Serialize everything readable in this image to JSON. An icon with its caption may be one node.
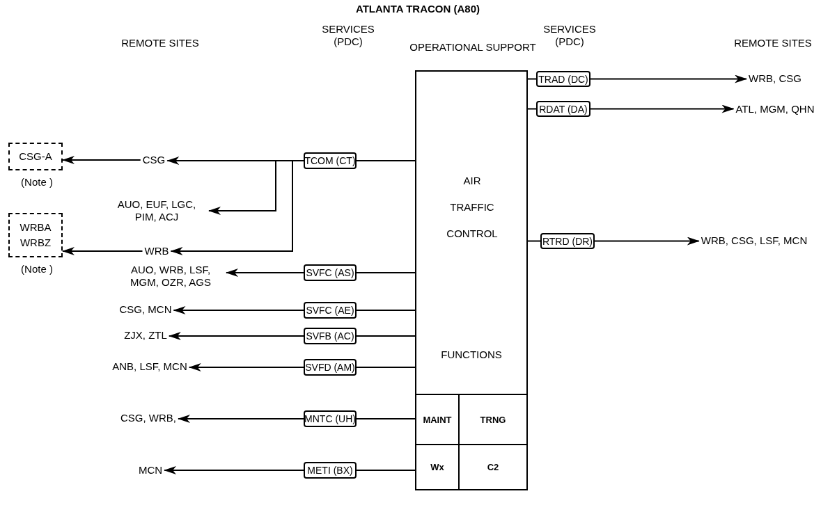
{
  "diagram": {
    "title": "ATLANTA TRACON (A80)",
    "nodes": [
      {
        "text": [
          "OPERATIONAL SUPPORT",
          "AIR TRAFFIC CONTROL",
          "FUNCTIONS"
        ]
      },
      {
        "text": [
          "MAINT"
        ]
      },
      {
        "text": [
          "TRNG"
        ]
      },
      {
        "text": [
          "Wx"
        ]
      },
      {
        "text": [
          "C2"
        ]
      },
      {
        "text": [
          "TCOM (CT)"
        ]
      },
      {
        "text": [
          "SVFC (AS)"
        ]
      },
      {
        "text": [
          "SVFC (AE)"
        ]
      },
      {
        "text": [
          "SVFB (AC)"
        ]
      },
      {
        "text": [
          "SVFD (AM)"
        ]
      },
      {
        "text": [
          "MNTC (UH)"
        ]
      },
      {
        "text": [
          "METI (BX)"
        ]
      },
      {
        "text": [
          "TRAD (DC)"
        ]
      },
      {
        "text": [
          "RDAT (DA)"
        ]
      },
      {
        "text": [
          "RTRD (DR)"
        ]
      },
      {
        "text": [
          "CSG"
        ]
      },
      {
        "text": [
          "AUO, EUF, LGC, PIM, ACJ"
        ]
      },
      {
        "text": [
          "WRB"
        ]
      },
      {
        "text": [
          "AUO, WRB, LSF, MGM, OZR, AGS"
        ]
      },
      {
        "text": [
          "CSG, MCN"
        ]
      },
      {
        "text": [
          "ZJX, ZTL"
        ]
      },
      {
        "text": [
          "ANB, LSF, MCN"
        ]
      },
      {
        "text": [
          "CSG, WRB,"
        ]
      },
      {
        "text": [
          "MCN"
        ]
      },
      {
        "text": [
          "WRB, CSG"
        ]
      },
      {
        "text": [
          "ATL, MGM, QHN"
        ]
      },
      {
        "text": [
          "WRB, CSG, LSF, MCN"
        ]
      },
      {
        "text": [
          "CSG-A"
        ],
        "beside": [
          "(Note )"
        ]
      },
      {
        "text": [
          "WRBA WRBZ"
        ],
        "beside": [
          "(Note )"
        ]
      }
    ],
    "edges": [
      {
        "from": 0,
        "to": 5,
        "arrow": "none"
      },
      {
        "from": 5,
        "to": 15,
        "arrow": "to"
      },
      {
        "from": 5,
        "to": 16,
        "arrow": "to"
      },
      {
        "from": 5,
        "to": 17,
        "arrow": "to"
      },
      {
        "from": 15,
        "to": 27,
        "arrow": "to"
      },
      {
        "from": 17,
        "to": 28,
        "arrow": "to"
      },
      {
        "from": 0,
        "to": 6,
        "arrow": "none"
      },
      {
        "from": 6,
        "to": 18,
        "arrow": "to"
      },
      {
        "from": 0,
        "to": 7,
        "arrow": "none"
      },
      {
        "from": 7,
        "to": 19,
        "arrow": "to"
      },
      {
        "from": 0,
        "to": 8,
        "arrow": "none"
      },
      {
        "from": 8,
        "to": 20,
        "arrow": "to"
      },
      {
        "from": 0,
        "to": 9,
        "arrow": "none"
      },
      {
        "from": 9,
        "to": 21,
        "arrow": "to"
      },
      {
        "from": 1,
        "to": 10,
        "arrow": "none"
      },
      {
        "from": 10,
        "to": 22,
        "arrow": "to"
      },
      {
        "from": 3,
        "to": 11,
        "arrow": "none"
      },
      {
        "from": 11,
        "to": 23,
        "arrow": "to"
      },
      {
        "from": 0,
        "to": 12,
        "arrow": "none"
      },
      {
        "from": 12,
        "to": 24,
        "arrow": "to"
      },
      {
        "from": 0,
        "to": 13,
        "arrow": "none"
      },
      {
        "from": 13,
        "to": 25,
        "arrow": "to"
      },
      {
        "from": 0,
        "to": 14,
        "arrow": "none"
      },
      {
        "from": 14,
        "to": 26,
        "arrow": "to"
      }
    ],
    "labels": [
      "REMOTE SITES",
      "SERVICES (PDC)",
      "SERVICES (PDC)",
      "REMOTE SITES"
    ]
  }
}
